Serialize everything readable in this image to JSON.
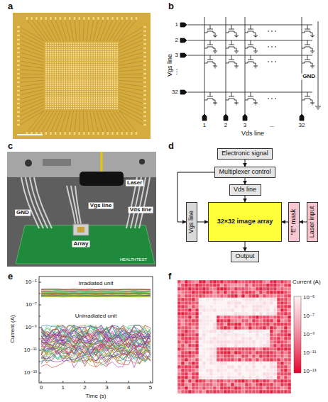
{
  "diagram": {
    "nodes": [
      {
        "text": [
          "Electronic signal"
        ]
      },
      {
        "text": [
          "Multiplexer control"
        ]
      },
      {
        "text": [
          "Vds line"
        ]
      },
      {
        "text": [
          "Vgs line"
        ]
      },
      {
        "text": [
          "32×32 image array"
        ]
      },
      {
        "text": [
          "\"E\" mask"
        ]
      },
      {
        "text": [
          "Laser input"
        ]
      },
      {
        "text": [
          "Output"
        ]
      }
    ],
    "edges": [
      {
        "from": 0,
        "to": 1,
        "arrow": "to"
      },
      {
        "from": 1,
        "to": 2,
        "arrow": "to"
      },
      {
        "from": 2,
        "to": 4,
        "arrow": "to"
      },
      {
        "from": 1,
        "to": 3,
        "arrow": "to"
      },
      {
        "from": 3,
        "to": 4,
        "arrow": "to"
      },
      {
        "from": 6,
        "to": 5,
        "arrow": "to"
      },
      {
        "from": 5,
        "to": 4,
        "arrow": "to"
      },
      {
        "from": 4,
        "to": 7,
        "arrow": "to"
      }
    ],
    "labels": [
      "a",
      "b",
      "c",
      "d",
      "e",
      "f",
      "1",
      "2",
      "3",
      "⋮",
      "32",
      "Vgs line",
      "GND",
      "1",
      "2",
      "3",
      "...",
      "32",
      "Vds line",
      "Laser",
      "Vgs line",
      "GND",
      "Vds line",
      "Array",
      "HEALTHTEST",
      "Irradiated unit",
      "Unirradiated unit",
      "10⁻⁵",
      "10⁻⁷",
      "10⁻⁹",
      "10⁻¹¹",
      "10⁻¹³",
      "0",
      "1",
      "2",
      "3",
      "4",
      "5",
      "Time (s)",
      "Current (A)",
      "Current (A)",
      "10⁻⁵",
      "10⁻⁷",
      "10⁻⁹",
      "10⁻¹¹",
      "10⁻¹³"
    ]
  }
}
